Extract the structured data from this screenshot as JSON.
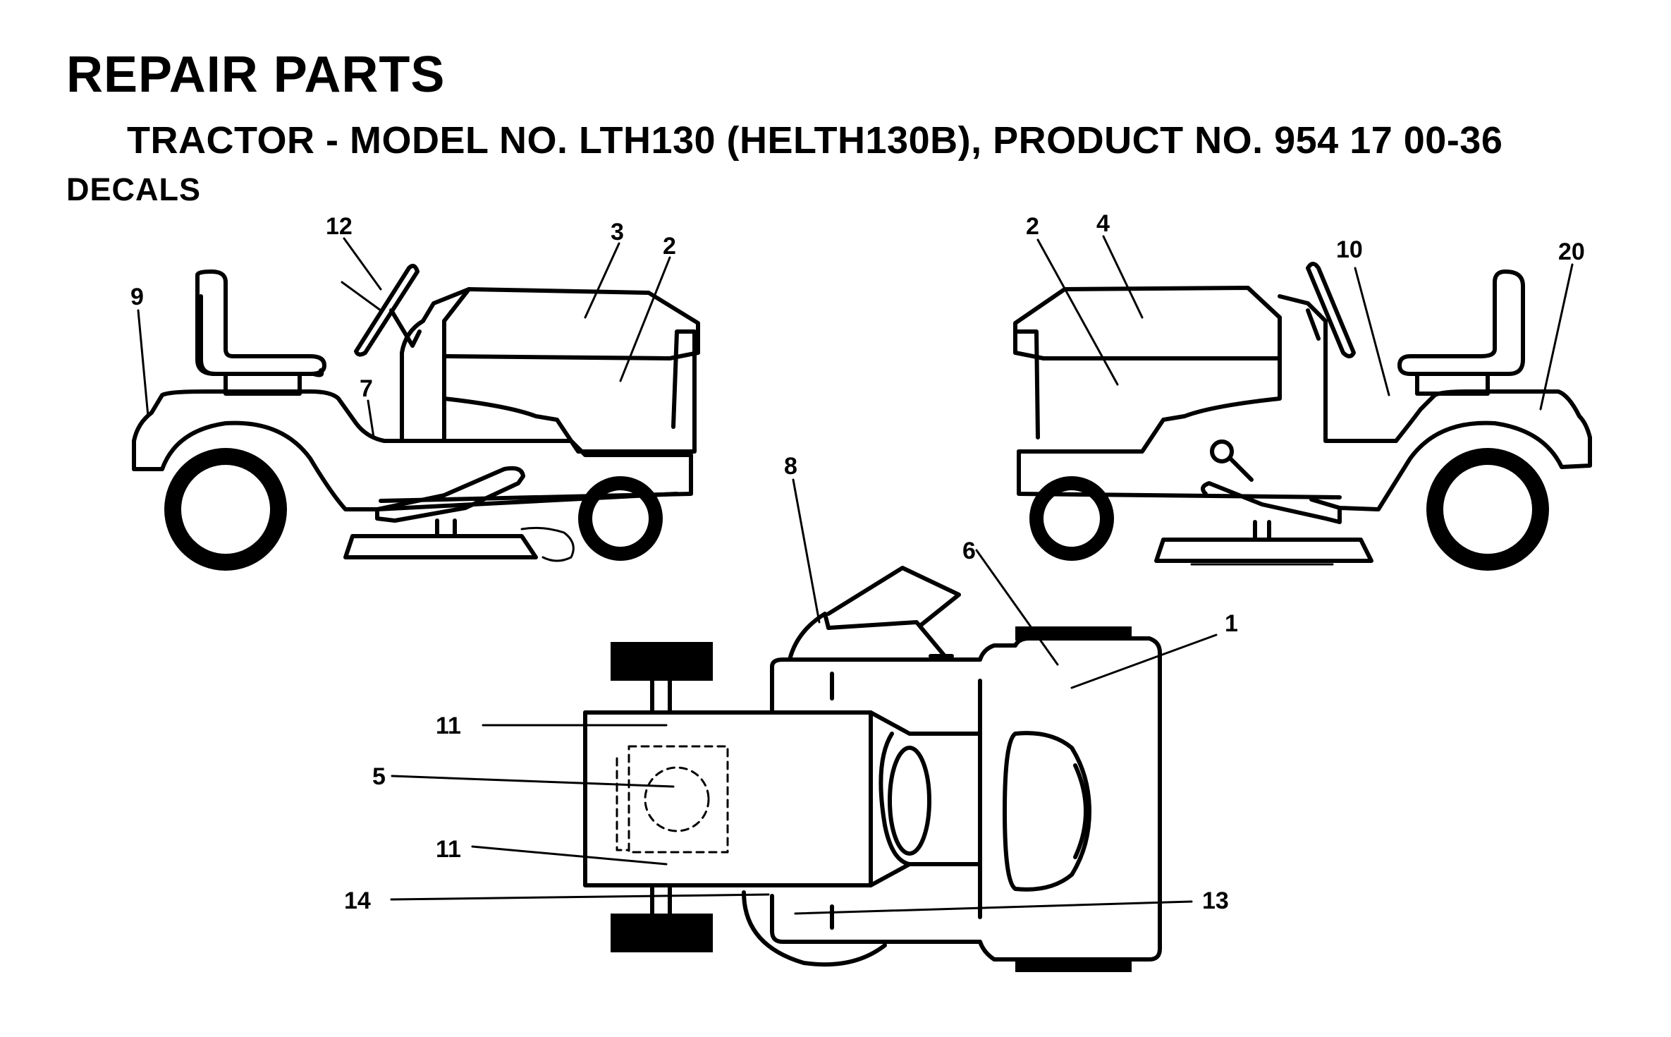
{
  "header": {
    "title": "REPAIR PARTS",
    "subtitle": "TRACTOR - MODEL NO. LTH130 (HELTH130B), PRODUCT NO. 954 17 00-36",
    "section": "DECALS"
  },
  "callouts": {
    "left_view": [
      "12",
      "3",
      "2",
      "9",
      "7"
    ],
    "right_view": [
      "2",
      "4",
      "10",
      "20"
    ],
    "top_view": [
      "8",
      "6",
      "1",
      "11",
      "5",
      "11",
      "14",
      "13"
    ]
  },
  "colors": {
    "line": "#000000",
    "background": "#ffffff"
  }
}
